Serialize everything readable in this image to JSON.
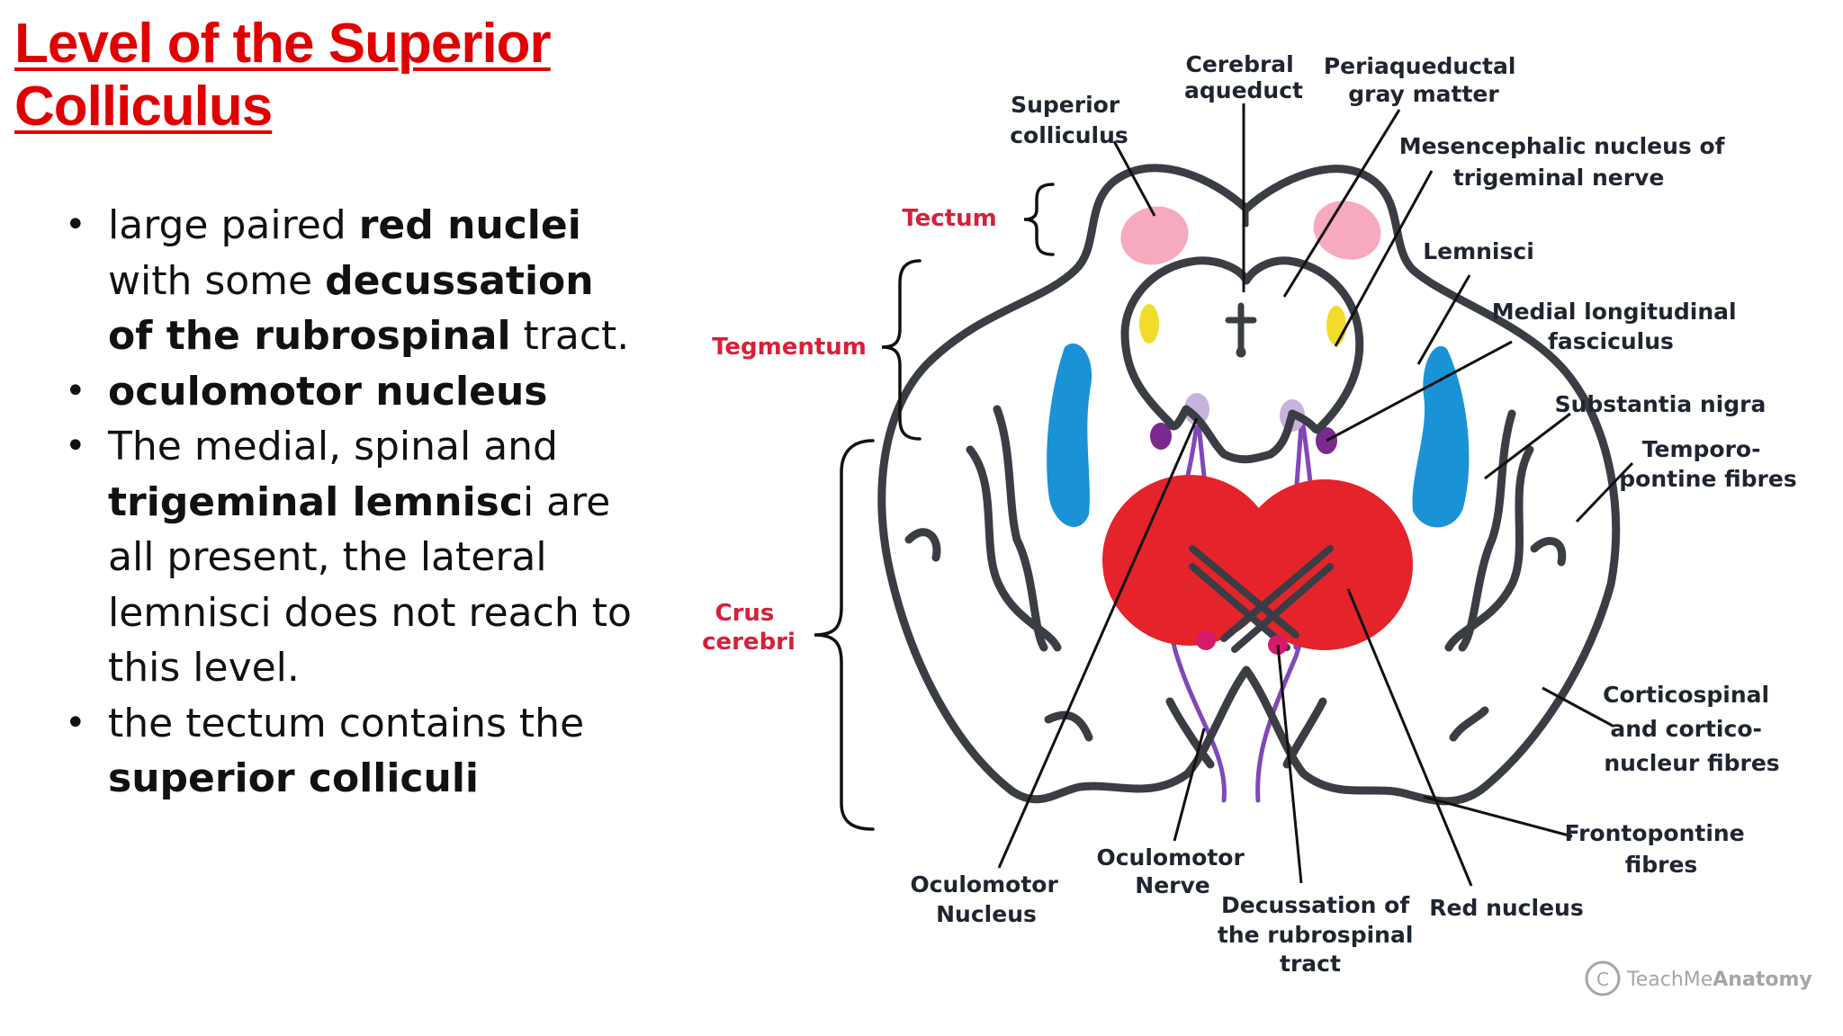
{
  "title": "Level of the Superior Colliculus",
  "bullets": [
    {
      "parts": [
        {
          "t": "large paired ",
          "b": false
        },
        {
          "t": "red nuclei",
          "b": true
        },
        {
          "t": " with some ",
          "b": false
        },
        {
          "t": "decussation of the rubrospinal",
          "b": true
        },
        {
          "t": " tract.",
          "b": false
        }
      ]
    },
    {
      "parts": [
        {
          "t": "oculomotor nucleus",
          "b": true
        }
      ]
    },
    {
      "parts": [
        {
          "t": "The medial, spinal and ",
          "b": false
        },
        {
          "t": "trigeminal lemnisc",
          "b": true
        },
        {
          "t": "i are all present, the lateral lemnisci does not reach to this level.",
          "b": false
        }
      ]
    },
    {
      "parts": [
        {
          "t": "the tectum contains the ",
          "b": false
        },
        {
          "t": "superior colliculi",
          "b": true
        }
      ]
    }
  ],
  "diagram": {
    "regions": {
      "tectum": "Tectum",
      "tegmentum": "Tegmentum",
      "crus_cerebri": [
        "Crus",
        "cerebri"
      ]
    },
    "labels": {
      "superior_colliculus": [
        "Superior",
        "colliculus"
      ],
      "cerebral_aqueduct": [
        "Cerebral",
        "aqueduct"
      ],
      "periaqueductal_gray": [
        "Periaqueductal",
        "gray matter"
      ],
      "mesencephalic_nucleus": [
        "Mesencephalic nucleus of",
        "trigeminal nerve"
      ],
      "lemnisci": [
        "Lemnisci"
      ],
      "mlf": [
        "Medial longitudinal",
        "fasciculus"
      ],
      "substantia_nigra": [
        "Substantia nigra"
      ],
      "temporopontine": [
        "Temporo-",
        "pontine fibres"
      ],
      "corticospinal": [
        "Corticospinal",
        "and cortico-",
        "nucleur fibres"
      ],
      "frontopontine": [
        "Frontopontine",
        "fibres"
      ],
      "red_nucleus": [
        "Red nucleus"
      ],
      "decussation": [
        "Decussation of",
        "the rubrospinal",
        "tract"
      ],
      "oculomotor_nerve": [
        "Oculomotor",
        "Nerve"
      ],
      "oculomotor_nucleus": [
        "Oculomotor",
        "Nucleus"
      ]
    },
    "colors": {
      "outline": "#3a3d44",
      "superior_colliculus": "#f7aabd",
      "mesencephalic_nucleus": "#f2dc2a",
      "lemnisci": "#1a93d6",
      "oculomotor_nucleus": "#c8b2dc",
      "mlf": "#7a2a8e",
      "red_nucleus": "#e5232b",
      "decussation_nuclei": "#d61a6a",
      "oculomotor_nerve": "#8048b8",
      "region_label": "#d6213a"
    }
  },
  "watermark": {
    "symbol": "C",
    "text_light": "TeachMe",
    "text_bold": "Anatomy"
  }
}
